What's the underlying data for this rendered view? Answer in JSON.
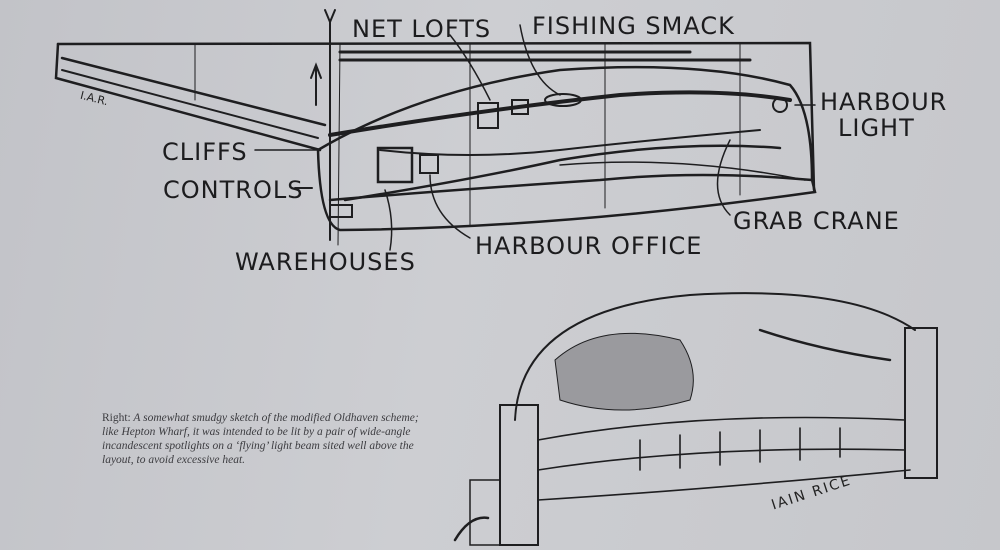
{
  "plan_sketch": {
    "labels": {
      "net_lofts": "NET LOFTS",
      "fishing_smack": "FISHING SMACK",
      "harbour_light_1": "HARBOUR",
      "harbour_light_2": "LIGHT",
      "cliffs": "CLIFFS",
      "controls": "CONTROLS",
      "grab_crane": "GRAB CRANE",
      "warehouses": "WAREHOUSES",
      "harbour_office": "HARBOUR OFFICE"
    },
    "initials": "I.A.R."
  },
  "perspective_sketch": {
    "signature": "IAIN RICE"
  },
  "caption": {
    "lead": "Right:",
    "text": " A somewhat smudgy sketch of the modified Oldhaven scheme; like Hepton Wharf, it was intended to be lit by a pair of wide-angle incandescent spotlights on a ‘flying’ light beam sited well above the layout, to avoid excessive heat."
  }
}
